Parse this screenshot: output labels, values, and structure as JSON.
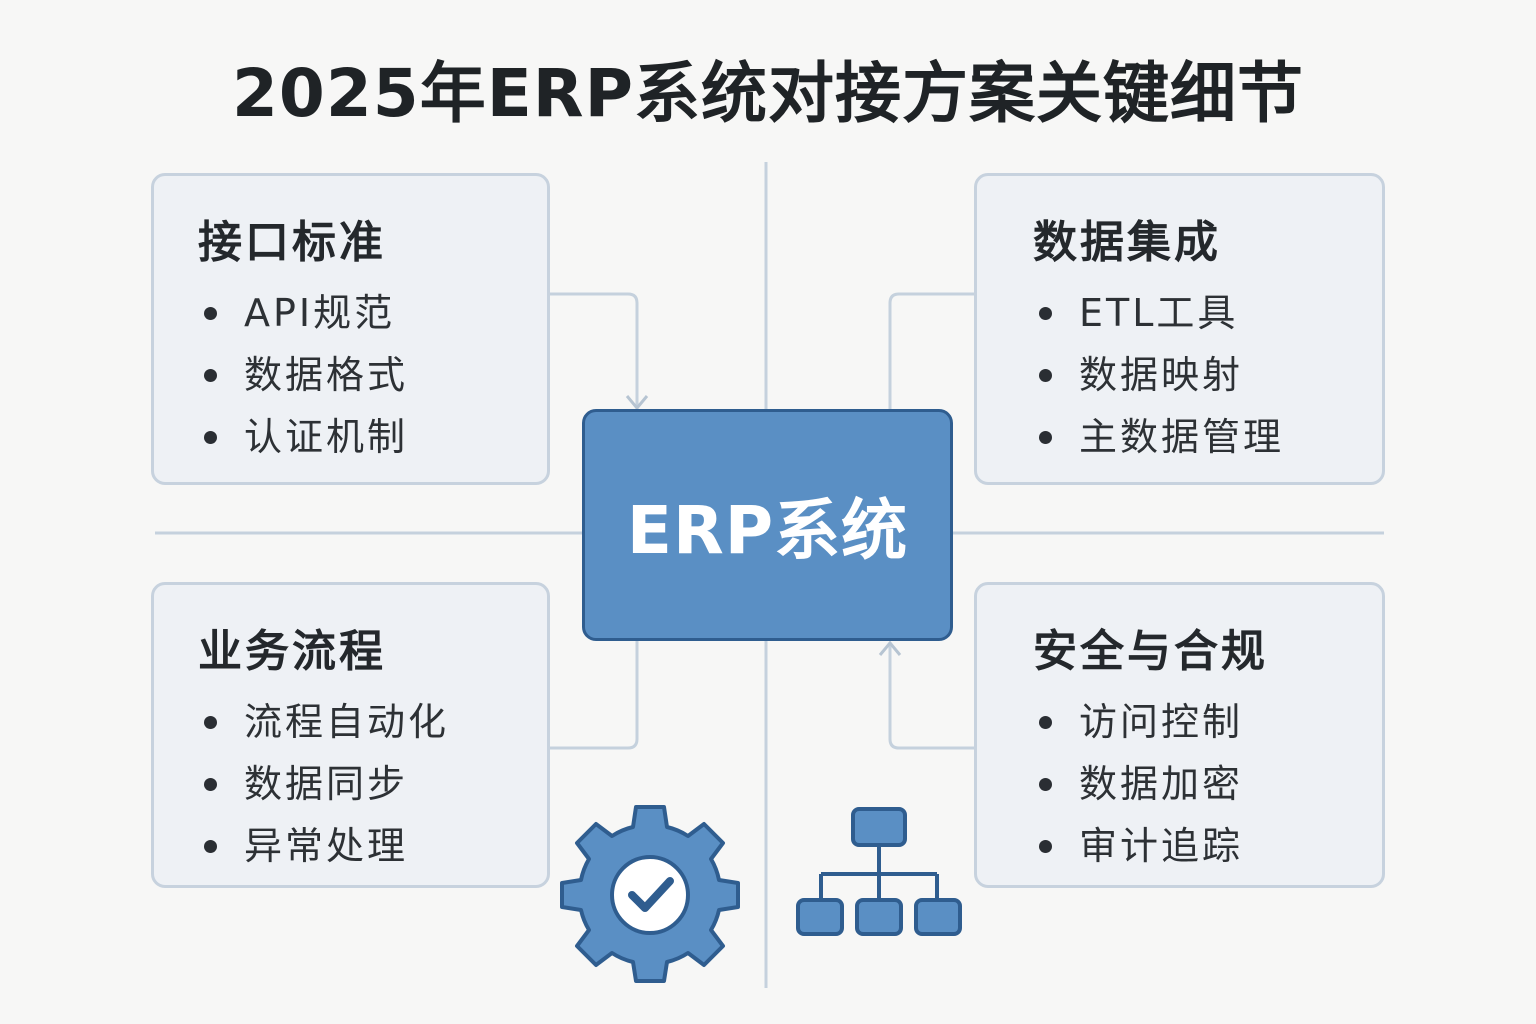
{
  "title": "2025年ERP系统对接方案关键细节",
  "center": {
    "label": "ERP系统"
  },
  "cards": {
    "interface": {
      "title": "接口标准",
      "items": [
        "API规范",
        "数据格式",
        "认证机制"
      ]
    },
    "integration": {
      "title": "数据集成",
      "items": [
        "ETL工具",
        "数据映射",
        "主数据管理"
      ]
    },
    "process": {
      "title": "业务流程",
      "items": [
        "流程自动化",
        "数据同步",
        "异常处理"
      ]
    },
    "security": {
      "title": "安全与合规",
      "items": [
        "访问控制",
        "数据加密",
        "审计追踪"
      ]
    }
  },
  "icons": {
    "gear": "gear-check-icon",
    "hierarchy": "org-chart-icon"
  },
  "colors": {
    "accent": "#5a8fc4",
    "accent_border": "#2f5d8f",
    "card_bg": "#eef1f5",
    "card_border": "#c7d2de",
    "line": "#c5d1dd"
  }
}
